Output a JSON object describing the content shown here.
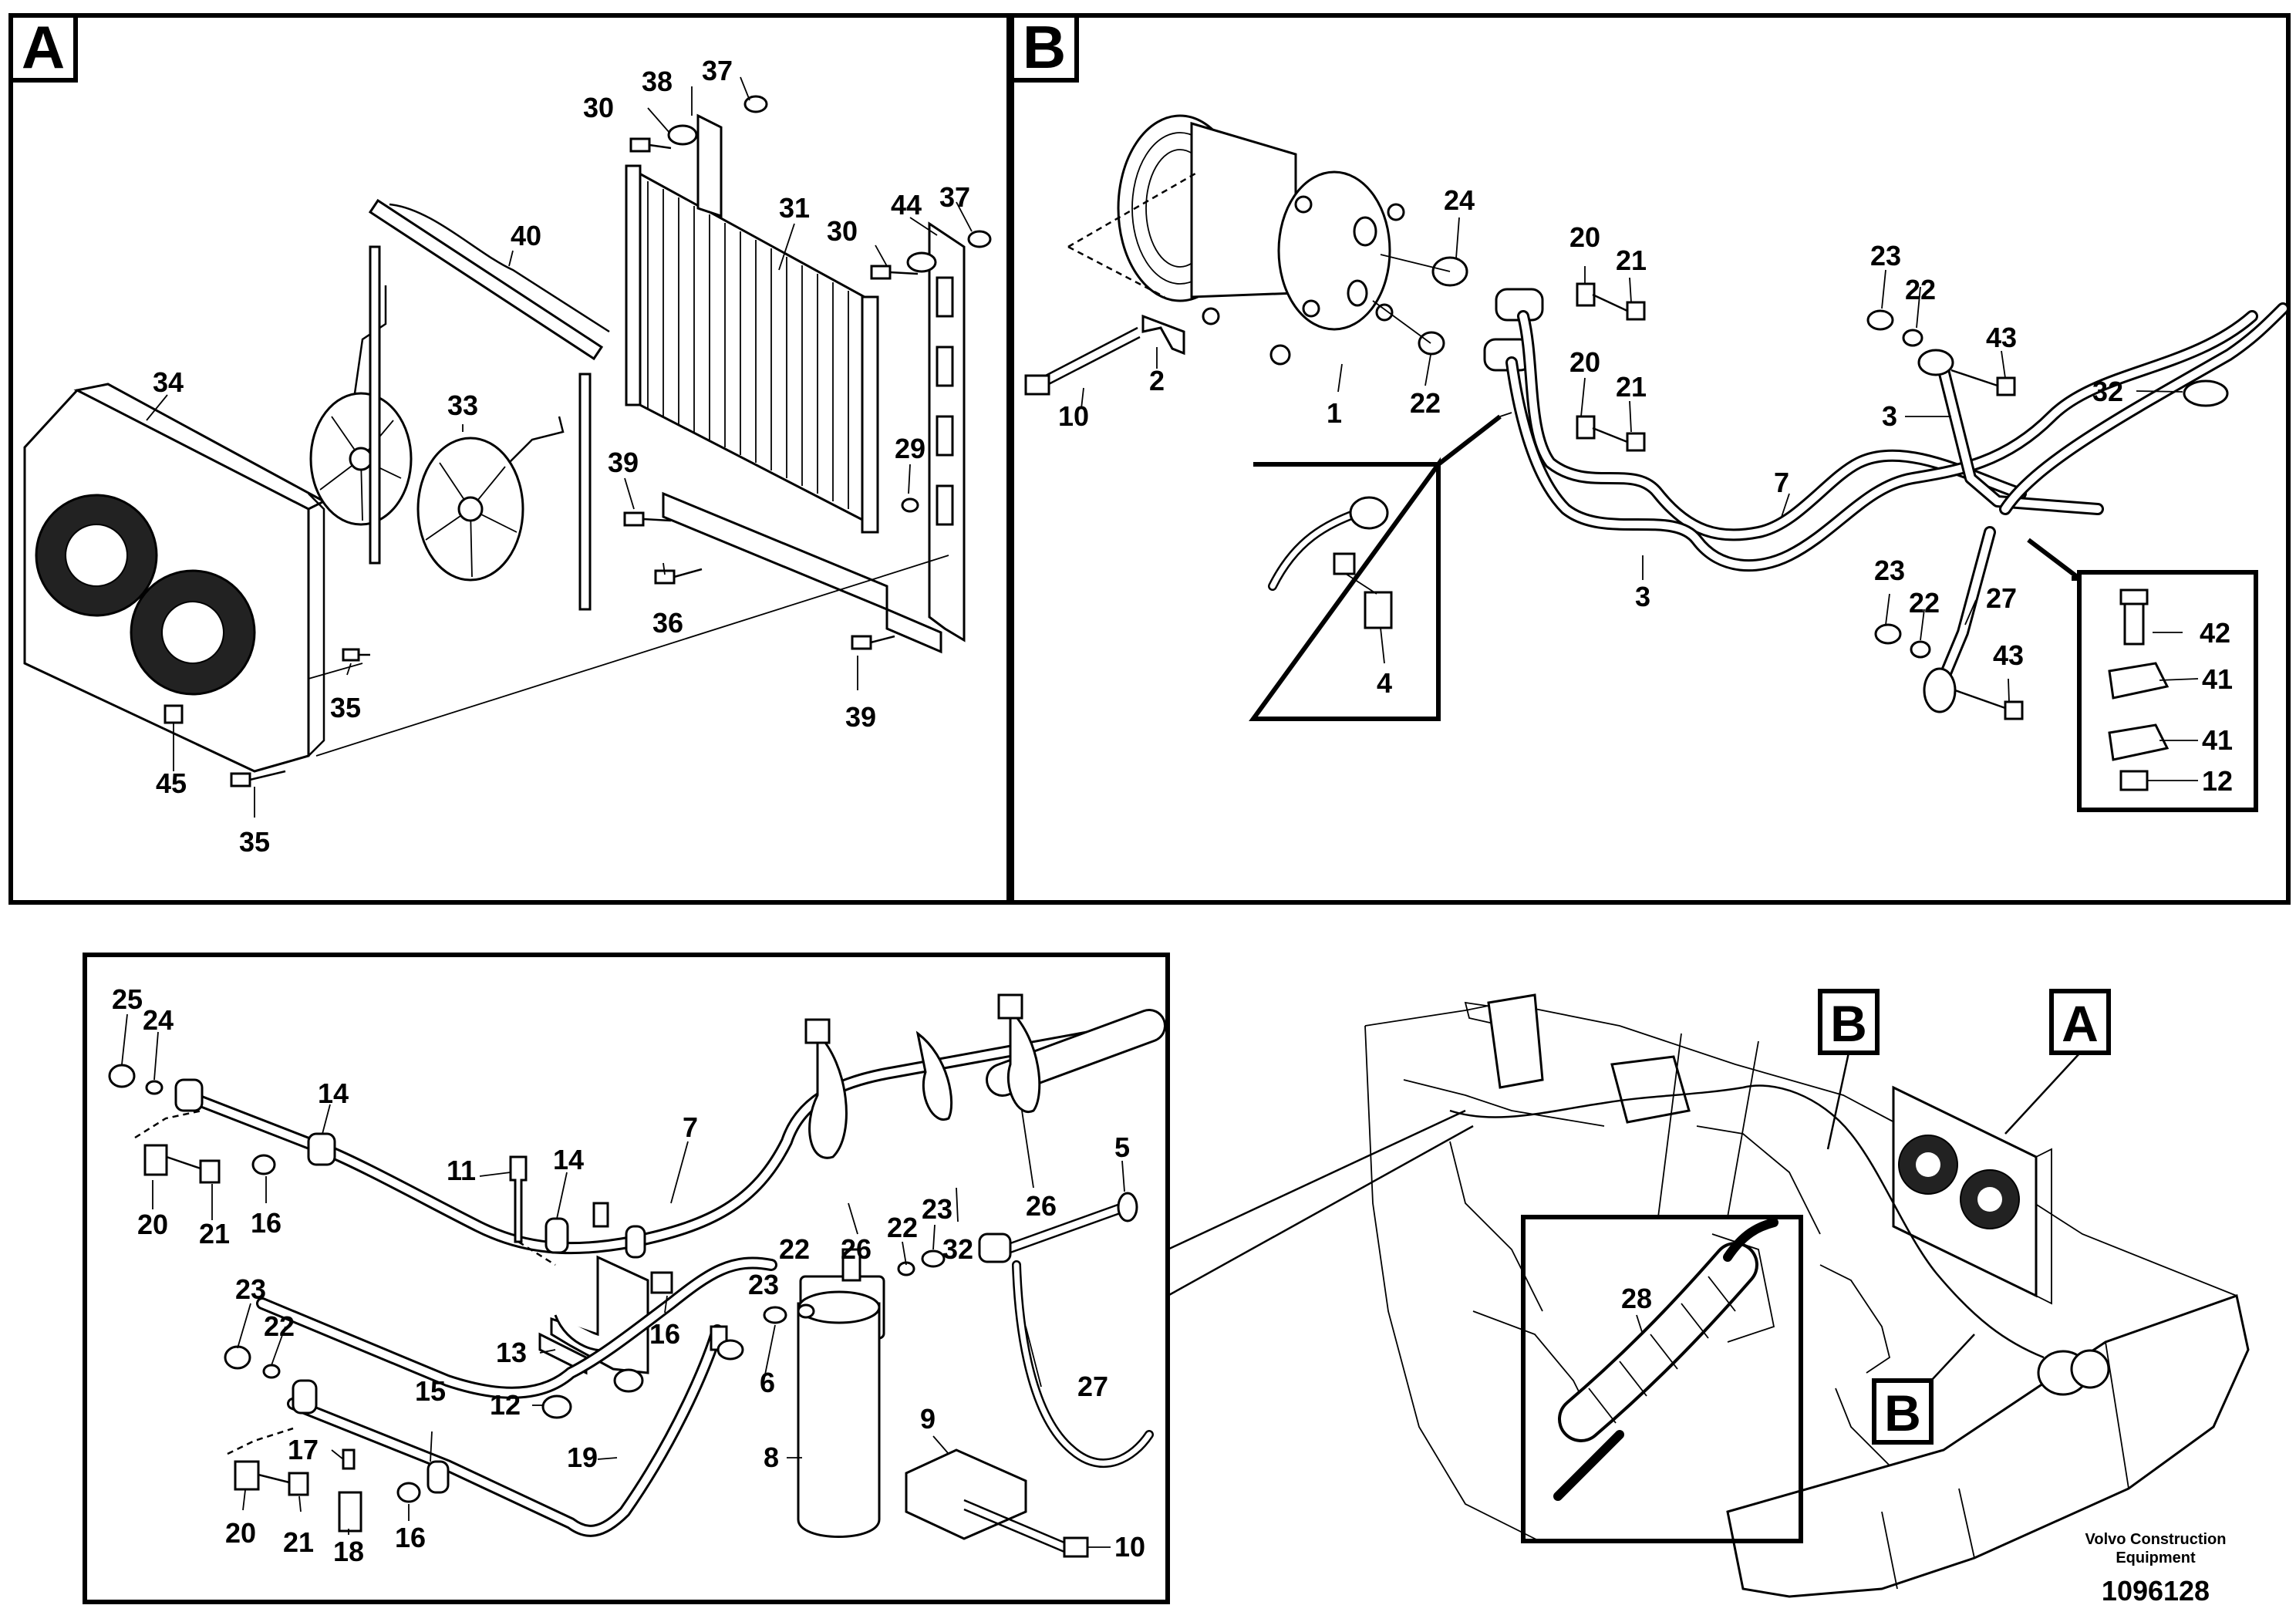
{
  "sections": {
    "a": "A",
    "b": "B",
    "overview_a": "A",
    "overview_b1": "B",
    "overview_b2": "B"
  },
  "callouts_a": {
    "c38": "38",
    "c37a": "37",
    "c30a": "30",
    "c40": "40",
    "c31": "31",
    "c30b": "30",
    "c44": "44",
    "c37b": "37",
    "c34": "34",
    "c33": "33",
    "c39a": "39",
    "c29": "29",
    "c36": "36",
    "c35a": "35",
    "c39b": "39",
    "c45": "45",
    "c35b": "35"
  },
  "callouts_b": {
    "c24": "24",
    "c20a": "20",
    "c21a": "21",
    "c23a": "23",
    "c22a": "22",
    "c43a": "43",
    "c10": "10",
    "c2": "2",
    "c1": "1",
    "c22b": "22",
    "c20b": "20",
    "c21b": "21",
    "c32": "32",
    "c3a": "3",
    "c7": "7",
    "c3b": "3",
    "c4": "4",
    "c23b": "23",
    "c22c": "22",
    "c27": "27",
    "c42": "42",
    "c43b": "43",
    "c41a": "41",
    "c41b": "41",
    "c12": "12"
  },
  "callouts_c": {
    "c25": "25",
    "c24": "24",
    "c14a": "14",
    "c11": "11",
    "c14b": "14",
    "c7": "7",
    "c5": "5",
    "c26a": "26",
    "c32": "32",
    "c26b": "26",
    "c20a": "20",
    "c21a": "21",
    "c16a": "16",
    "c22a": "22",
    "c23a": "23",
    "c22b": "22",
    "c23b": "23",
    "c16b": "16",
    "c13": "13",
    "c6": "6",
    "c12": "12",
    "c27": "27",
    "c23c": "23",
    "c22c": "22",
    "c15": "15",
    "c17": "17",
    "c19": "19",
    "c8": "8",
    "c9": "9",
    "c20b": "20",
    "c21b": "21",
    "c18": "18",
    "c16c": "16",
    "c10": "10",
    "c28": "28"
  },
  "footer": {
    "brand_line1": "Volvo Construction",
    "brand_line2": "Equipment",
    "ref": "1096128"
  }
}
